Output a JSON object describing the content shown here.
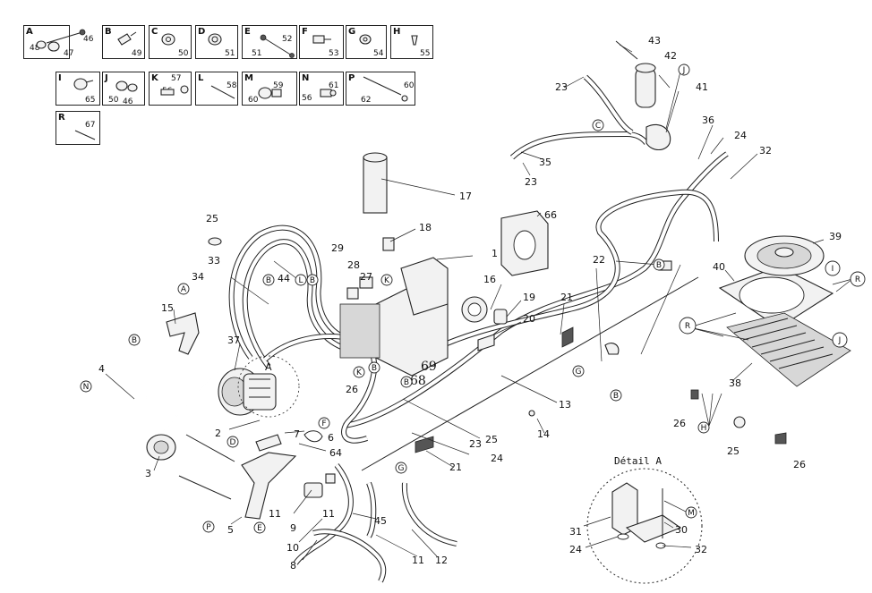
{
  "hardware_legend": [
    {
      "letter": "A",
      "numbers": [
        "48",
        "47",
        "46"
      ]
    },
    {
      "letter": "B",
      "numbers": [
        "49"
      ]
    },
    {
      "letter": "C",
      "numbers": [
        "50"
      ]
    },
    {
      "letter": "D",
      "numbers": [
        "51"
      ]
    },
    {
      "letter": "E",
      "numbers": [
        "51",
        "52"
      ]
    },
    {
      "letter": "F",
      "numbers": [
        "53"
      ]
    },
    {
      "letter": "G",
      "numbers": [
        "54"
      ]
    },
    {
      "letter": "H",
      "numbers": [
        "55"
      ]
    },
    {
      "letter": "I",
      "numbers": [
        "65"
      ]
    },
    {
      "letter": "J",
      "numbers": [
        "50",
        "46"
      ]
    },
    {
      "letter": "K",
      "numbers": [
        "57",
        "56"
      ]
    },
    {
      "letter": "L",
      "numbers": [
        "58"
      ]
    },
    {
      "letter": "M",
      "numbers": [
        "60",
        "59"
      ]
    },
    {
      "letter": "N",
      "numbers": [
        "56",
        "61"
      ]
    },
    {
      "letter": "P",
      "numbers": [
        "62",
        "60"
      ]
    },
    {
      "letter": "R",
      "numbers": [
        "67"
      ]
    }
  ],
  "part_numbers": [
    "1",
    "2",
    "3",
    "4",
    "5",
    "6",
    "7",
    "8",
    "9",
    "10",
    "11",
    "11",
    "11",
    "12",
    "13",
    "14",
    "15",
    "16",
    "17",
    "18",
    "19",
    "20",
    "21",
    "21",
    "22",
    "23",
    "23",
    "23",
    "24",
    "24",
    "25",
    "25",
    "25",
    "26",
    "26",
    "26",
    "27",
    "28",
    "29",
    "32",
    "33",
    "34",
    "35",
    "36",
    "37",
    "38",
    "39",
    "40",
    "41",
    "42",
    "43",
    "44",
    "45",
    "64",
    "66",
    "68",
    "69"
  ],
  "serif_labels": [
    "68",
    "69"
  ],
  "hardware_refs": [
    "A",
    "B",
    "B",
    "B",
    "B",
    "B",
    "B",
    "B",
    "C",
    "D",
    "E",
    "F",
    "G",
    "G",
    "H",
    "I",
    "J",
    "J",
    "K",
    "K",
    "L",
    "N",
    "P",
    "R",
    "R"
  ],
  "detail": {
    "title": "Détail A",
    "numbers": [
      "31",
      "24",
      "30",
      "32"
    ],
    "refs": [
      "M"
    ]
  },
  "detail_pointer": "A"
}
